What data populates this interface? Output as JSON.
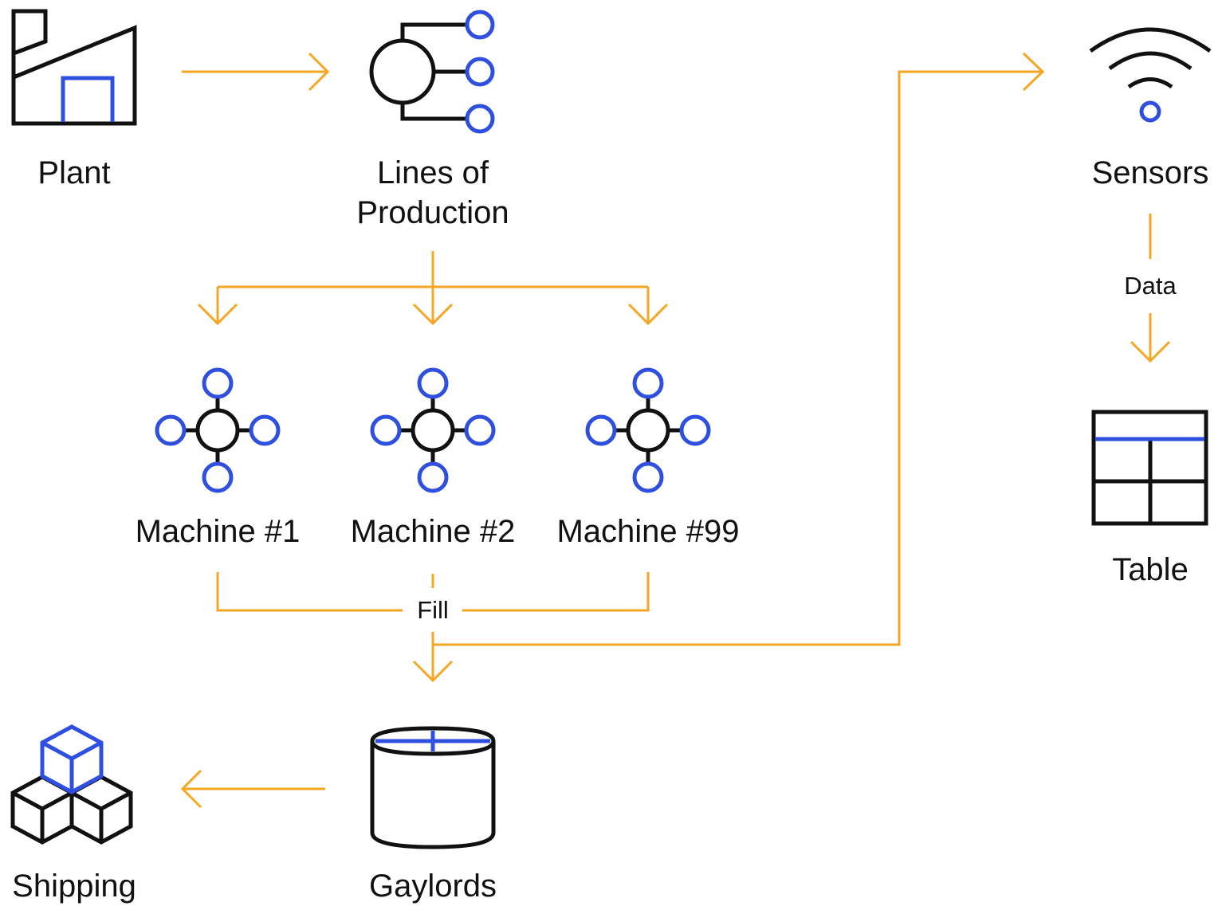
{
  "colors": {
    "connector": "#f5a623",
    "accent": "#2f4fe0",
    "ink": "#111111",
    "background": "#ffffff"
  },
  "nodes": {
    "plant": {
      "label": "Plant",
      "icon": "factory-icon"
    },
    "lines": {
      "label_line1": "Lines of",
      "label_line2": "Production",
      "icon": "production-lines-icon"
    },
    "machine1": {
      "label": "Machine #1",
      "icon": "machine-icon"
    },
    "machine2": {
      "label": "Machine #2",
      "icon": "machine-icon"
    },
    "machine99": {
      "label": "Machine #99",
      "icon": "machine-icon"
    },
    "gaylords": {
      "label": "Gaylords",
      "icon": "container-icon"
    },
    "shipping": {
      "label": "Shipping",
      "icon": "boxes-icon"
    },
    "sensors": {
      "label": "Sensors",
      "icon": "wifi-sensor-icon"
    },
    "table": {
      "label": "Table",
      "icon": "table-icon"
    }
  },
  "edges": {
    "fill_label": "Fill",
    "data_label": "Data"
  }
}
